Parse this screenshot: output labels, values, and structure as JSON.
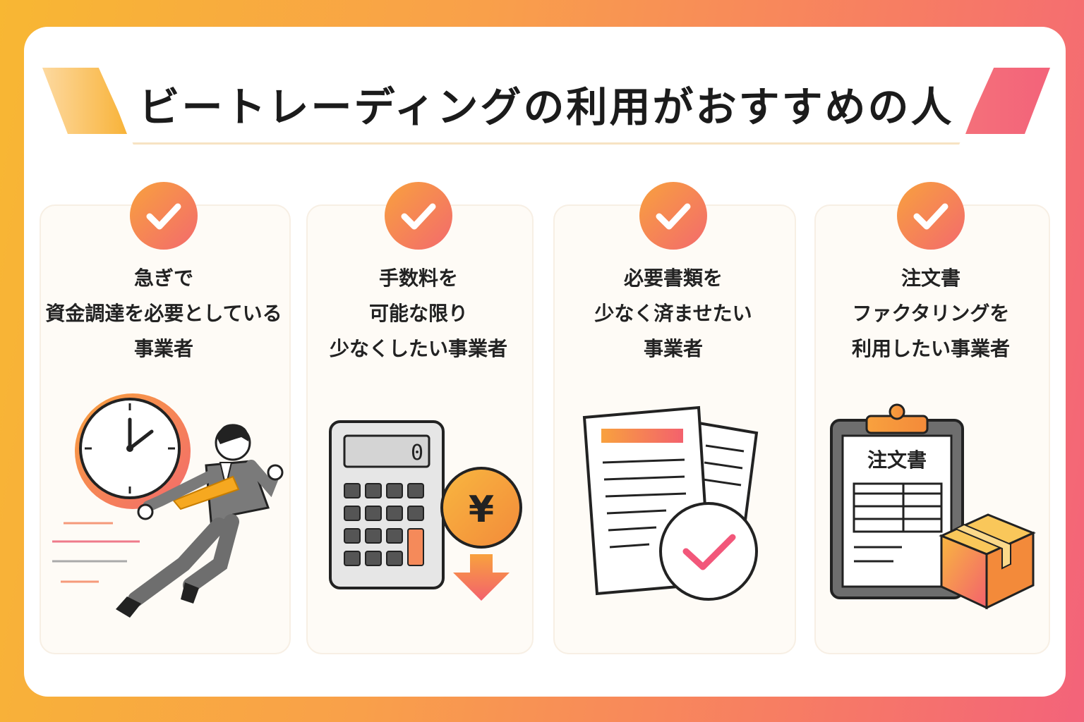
{
  "title": "ビートレーディングの利用がおすすめの人",
  "colors": {
    "accent_orange": "#f8a13e",
    "accent_pink": "#f36a6d",
    "bg_start": "#f8b733",
    "bg_end": "#f3637a"
  },
  "cards": [
    {
      "icon": "check-icon",
      "lines": [
        "急ぎで",
        "資金調達を必要としている",
        "事業者"
      ],
      "illustration": "running-businessman-clock-icon"
    },
    {
      "icon": "check-icon",
      "lines": [
        "手数料を",
        "可能な限り",
        "少なくしたい事業者"
      ],
      "illustration": "calculator-yen-down-icon",
      "display": "0",
      "currency": "¥"
    },
    {
      "icon": "check-icon",
      "lines": [
        "必要書類を",
        "少なく済ませたい",
        "事業者"
      ],
      "illustration": "documents-check-icon"
    },
    {
      "icon": "check-icon",
      "lines": [
        "注文書",
        "ファクタリングを",
        "利用したい事業者"
      ],
      "illustration": "clipboard-order-box-icon",
      "clipboard_label": "注文書"
    }
  ]
}
